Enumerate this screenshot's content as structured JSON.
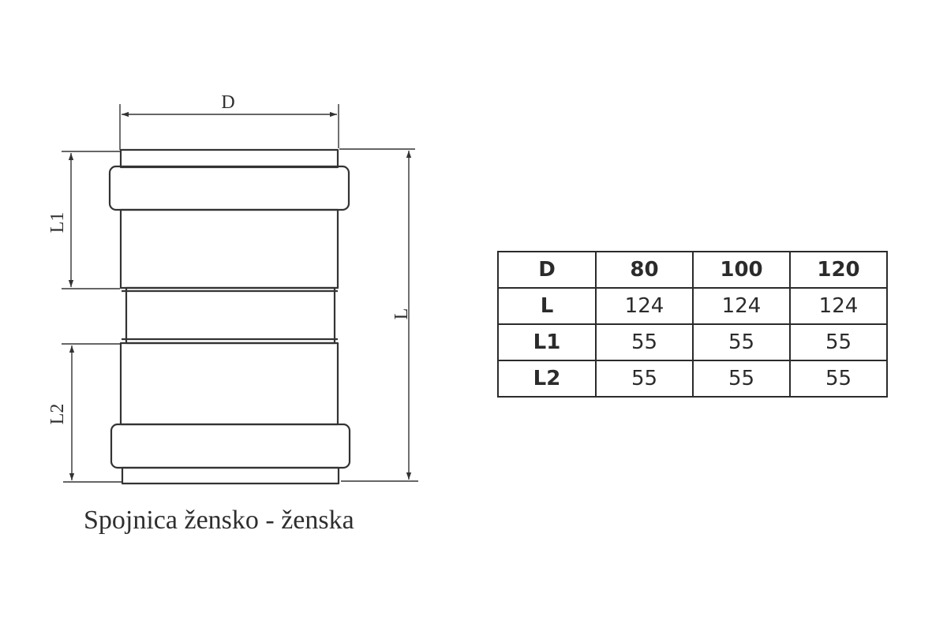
{
  "drawing": {
    "dimension_labels": {
      "diameter": "D",
      "length_total": "L",
      "length_1": "L1",
      "length_2": "L2"
    },
    "caption": "Spojnica žensko - ženska"
  },
  "table": {
    "header": {
      "label": "D",
      "values": [
        "80",
        "100",
        "120"
      ]
    },
    "rows": [
      {
        "label": "L",
        "values": [
          "124",
          "124",
          "124"
        ]
      },
      {
        "label": "L1",
        "values": [
          "55",
          "55",
          "55"
        ]
      },
      {
        "label": "L2",
        "values": [
          "55",
          "55",
          "55"
        ]
      }
    ]
  }
}
